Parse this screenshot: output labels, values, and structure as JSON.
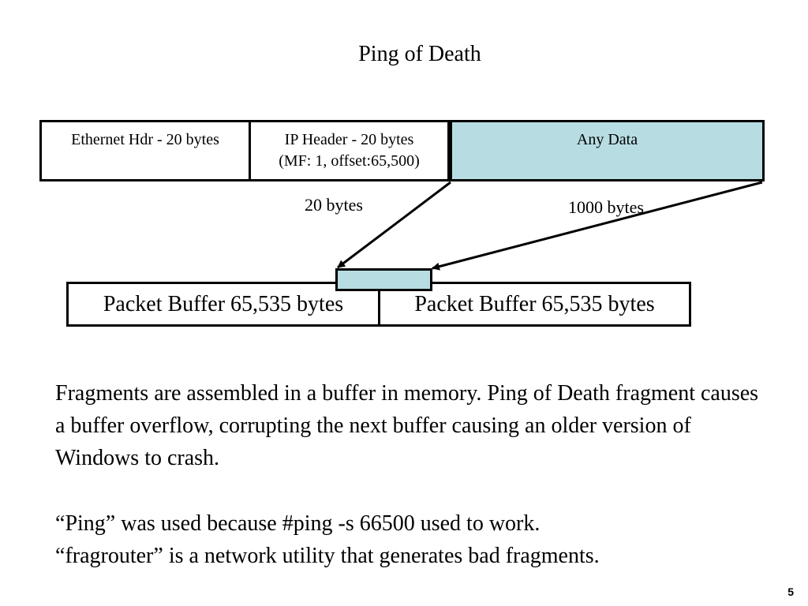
{
  "title": "Ping of Death",
  "packet": {
    "ethernet_label": "Ethernet Hdr - 20 bytes",
    "ip_label_line1": "IP Header - 20 bytes",
    "ip_label_line2": "(MF: 1, offset:65,500)",
    "data_label": "Any Data"
  },
  "sizes": {
    "ip_size": "20 bytes",
    "data_size": "1000 bytes"
  },
  "buffers": {
    "buffer1_label": "Packet Buffer 65,535 bytes",
    "buffer2_label": "Packet Buffer 65,535 bytes"
  },
  "body": {
    "paragraph1": "Fragments are assembled in a buffer in memory.  Ping of Death fragment causes a buffer overflow, corrupting the next buffer causing an older version of Windows to crash.",
    "line_ping_quoted": "Ping",
    "line_ping_rest": " was used because #ping -s 66500 used to work.",
    "line_frag_quoted": "fragrouter",
    "line_frag_rest": " is a network utility that generates bad fragments."
  },
  "page_number": "5",
  "colors": {
    "data_fill": "#b7dde3",
    "border": "#000000"
  }
}
